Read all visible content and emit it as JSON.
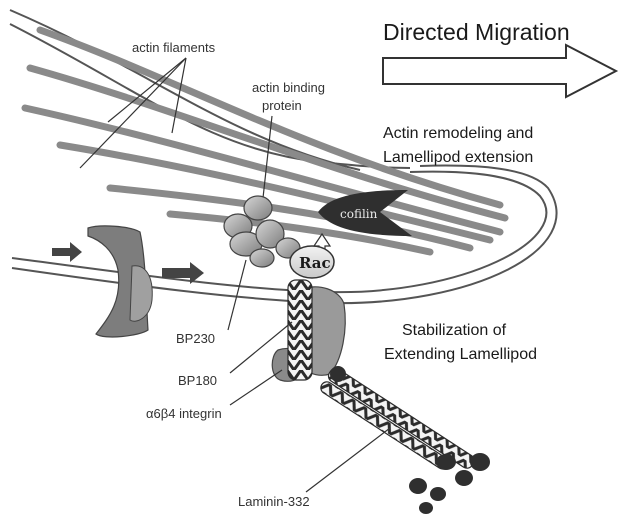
{
  "title": "Directed Migration",
  "labels": {
    "actin_filaments": "actin filaments",
    "actin_binding_protein_line1": "actin binding",
    "actin_binding_protein_line2": "protein",
    "actin_remodeling_line1": "Actin remodeling and",
    "actin_remodeling_line2": "Lamellipod extension",
    "cofilin": "cofilin",
    "rac": "Rac",
    "stabilization_line1": "Stabilization of",
    "stabilization_line2": "Extending Lamellipod",
    "bp230": "BP230",
    "bp180": "BP180",
    "integrin": "α6β4 integrin",
    "laminin": "Laminin-332"
  },
  "colors": {
    "filament": "#8a8a8a",
    "filament_dark": "#6e6e6e",
    "membrane": "#555555",
    "protein_light": "#b5b5b5",
    "protein_mid": "#8f8f8f",
    "protein_dark": "#3a3a3a",
    "cofilin": "#2f2f2f",
    "arrow_fill": "#ffffff",
    "text": "#333333"
  }
}
